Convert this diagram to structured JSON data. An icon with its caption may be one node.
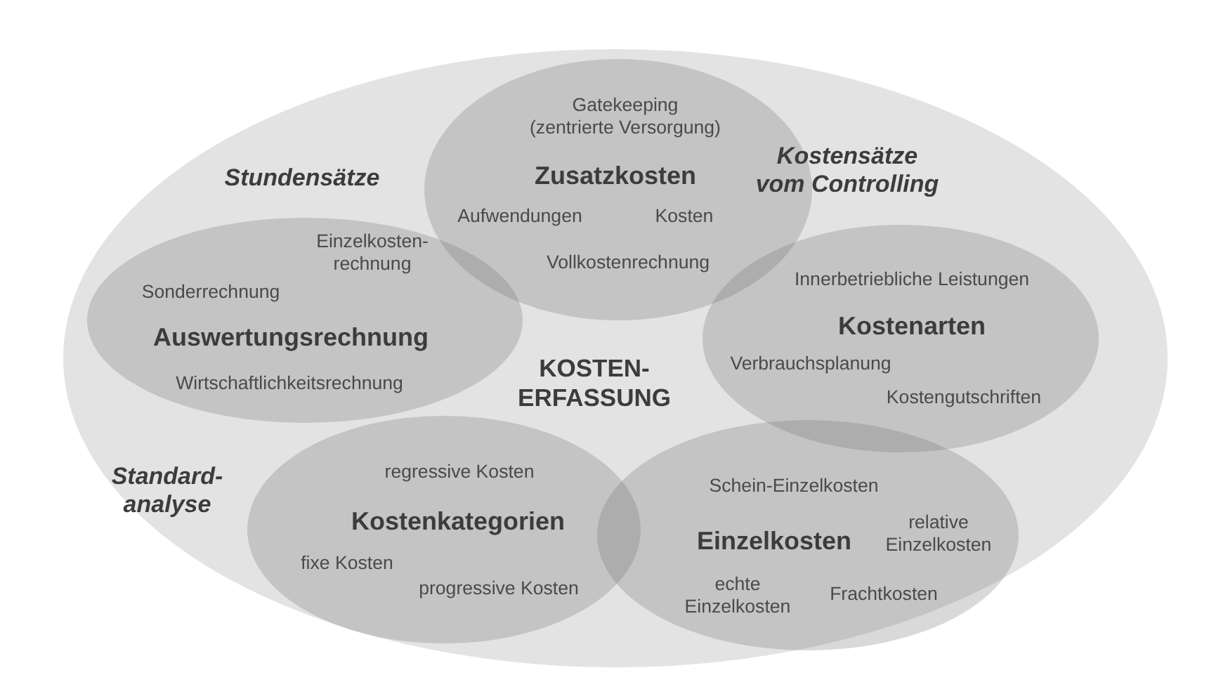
{
  "diagram": {
    "nodes": [
      {
        "text": [
          "Stundensätze",
          "Kostensätze vom Controlling",
          "KOSTEN- ERFASSUNG",
          "Standard- analyse"
        ]
      },
      {
        "text": [
          "Gatekeeping (zentrierte Versorgung)",
          "Zusatzkosten",
          "Aufwendungen",
          "Kosten",
          "Vollkostenrechnung"
        ],
        "in": 0
      },
      {
        "text": [
          "Sonderrechnung",
          "Einzelkosten- rechnung",
          "Auswertungsrechnung",
          "Wirtschaftlichkeitsrechnung"
        ],
        "in": 0
      },
      {
        "text": [
          "Innerbetriebliche Leistungen",
          "Kostenarten",
          "Verbrauchsplanung",
          "Kostengutschriften"
        ],
        "in": 0
      },
      {
        "text": [
          "regressive Kosten",
          "Kostenkategorien",
          "fixe Kosten",
          "progressive Kosten"
        ],
        "in": 0
      },
      {
        "text": [
          "Schein-Einzelkosten",
          "Einzelkosten",
          "relative Einzelkosten",
          "echte Einzelkosten",
          "Frachtkosten"
        ],
        "in": 0
      }
    ]
  }
}
